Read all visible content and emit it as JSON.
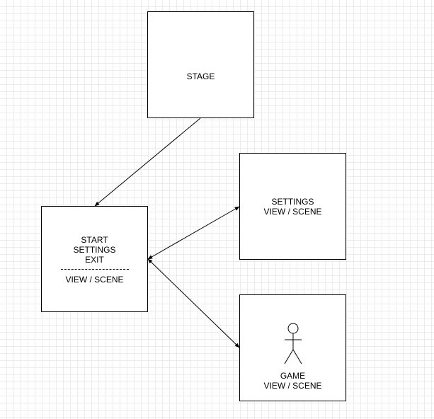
{
  "nodes": {
    "stage": {
      "label": "STAGE"
    },
    "menu": {
      "items": [
        "START",
        "SETTINGS",
        "EXIT"
      ],
      "caption": "VIEW / SCENE"
    },
    "settings": {
      "title": "SETTINGS",
      "caption": "VIEW / SCENE"
    },
    "game": {
      "title": "GAME",
      "caption": "VIEW / SCENE",
      "icon": "stick-figure-actor-icon"
    }
  },
  "edges": [
    {
      "from": "stage",
      "to": "menu",
      "arrow": "end"
    },
    {
      "from": "menu",
      "to": "settings",
      "arrow": "both"
    },
    {
      "from": "menu",
      "to": "game",
      "arrow": "both"
    }
  ],
  "colors": {
    "stroke": "#000000",
    "background": "#ffffff",
    "grid": "#ececec"
  }
}
